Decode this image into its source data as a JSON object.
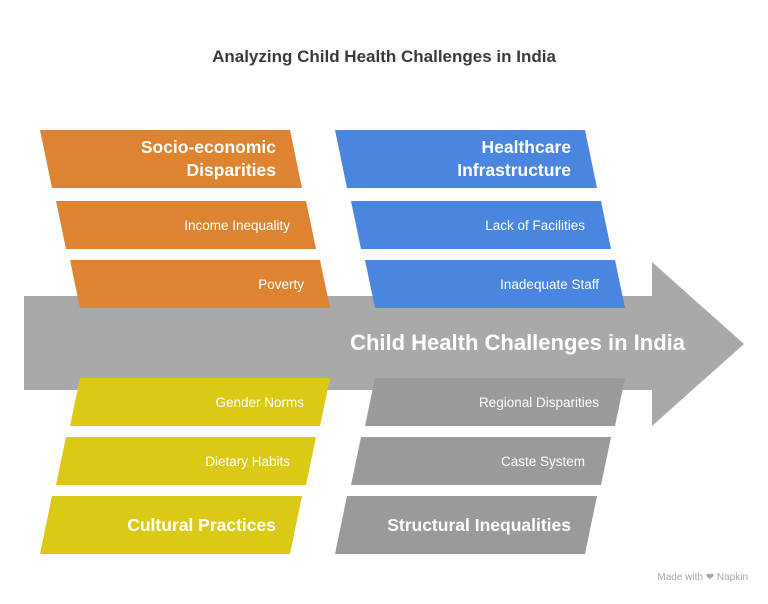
{
  "title": "Analyzing Child Health Challenges in India",
  "spine_label": "Child Health Challenges in India",
  "colors": {
    "orange": "#DE8431",
    "blue": "#4A86E0",
    "yellow": "#DCC915",
    "gray": "#9A9A9A",
    "spine": "#A9A9A9"
  },
  "top_left": {
    "category": "Socio-economic Disparities",
    "category_line1": "Socio-economic",
    "category_line2": "Disparities",
    "causes": [
      "Income Inequality",
      "Poverty"
    ]
  },
  "top_right": {
    "category": "Healthcare Infrastructure",
    "category_line1": "Healthcare",
    "category_line2": "Infrastructure",
    "causes": [
      "Lack of Facilities",
      "Inadequate Staff"
    ]
  },
  "bottom_left": {
    "category": "Cultural Practices",
    "causes": [
      "Gender Norms",
      "Dietary Habits"
    ]
  },
  "bottom_right": {
    "category": "Structural Inequalities",
    "causes": [
      "Regional Disparities",
      "Caste System"
    ]
  },
  "watermark": "Made with ❤ Napkin"
}
